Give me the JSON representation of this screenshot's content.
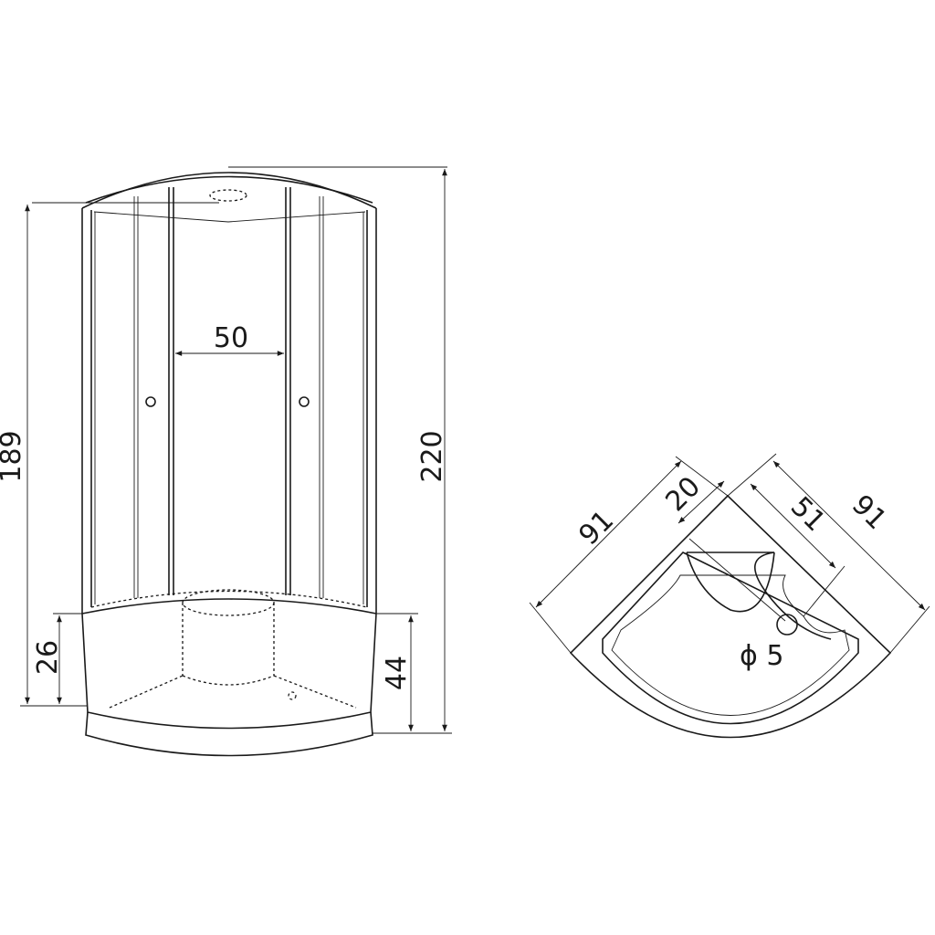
{
  "front_view": {
    "total_height": "220",
    "cabin_height": "189",
    "door_width": "50",
    "tray_inner_height": "26",
    "tray_height": "44"
  },
  "top_view": {
    "width_left": "91",
    "width_right": "91",
    "step_depth": "20",
    "basin_depth": "51",
    "drain_diameter": "ϕ 5"
  },
  "colors": {
    "line": "#1a1a1a",
    "background": "#ffffff"
  }
}
